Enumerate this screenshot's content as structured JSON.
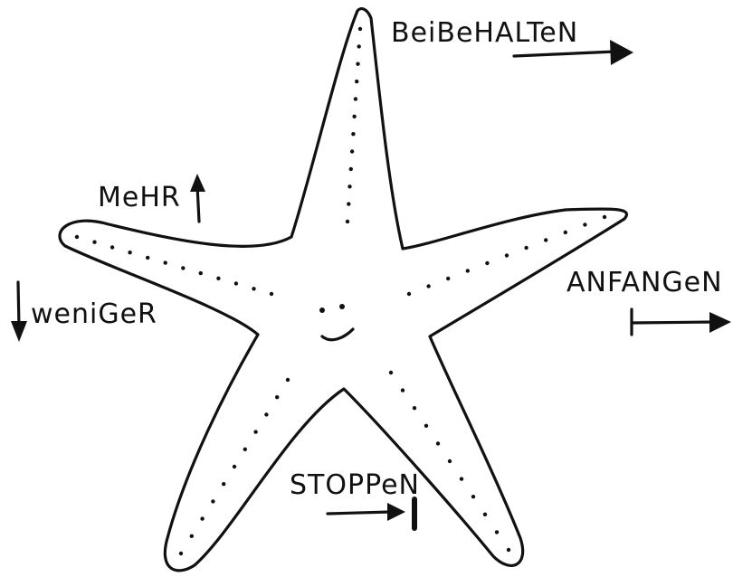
{
  "labels": {
    "beibehalten": "BeiBeHALTeN",
    "mehr": "MeHR",
    "weniger": "weniGeR",
    "anfangen": "ANFANGeN",
    "stoppen": "STOPPeN"
  },
  "colors": {
    "ink": "#111111",
    "background": "#ffffff"
  }
}
